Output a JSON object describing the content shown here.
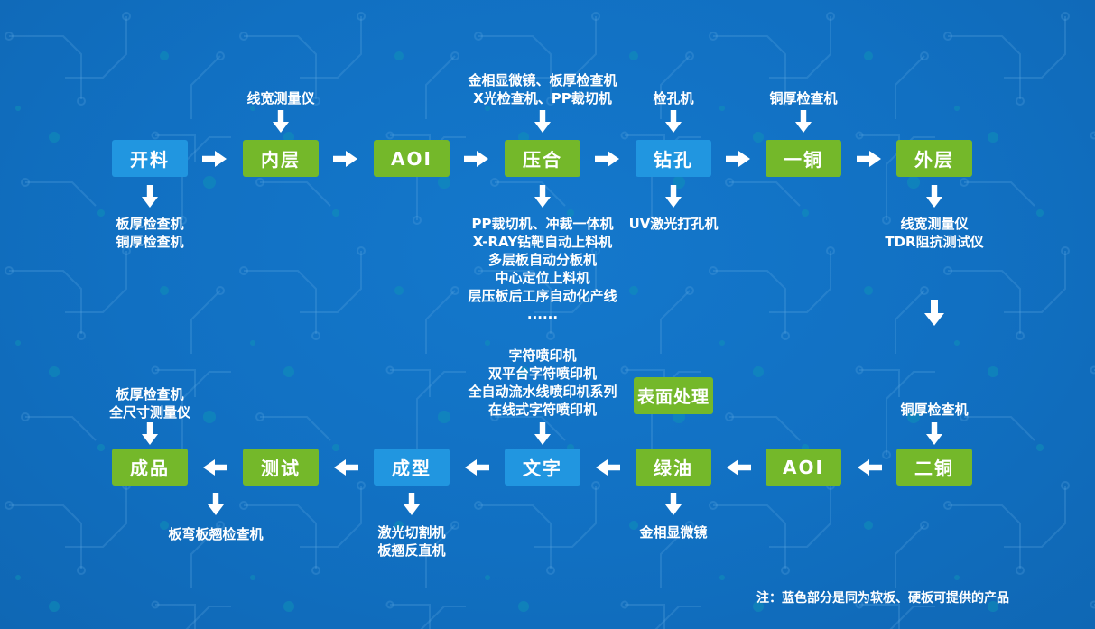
{
  "flow": {
    "top_row": [
      {
        "label": "开料",
        "color": "blue"
      },
      {
        "label": "内层",
        "color": "green"
      },
      {
        "label": "AOI",
        "color": "green"
      },
      {
        "label": "压合",
        "color": "green"
      },
      {
        "label": "钻孔",
        "color": "blue"
      },
      {
        "label": "一铜",
        "color": "green"
      },
      {
        "label": "外层",
        "color": "green"
      }
    ],
    "bottom_row": [
      {
        "label": "成品",
        "color": "green"
      },
      {
        "label": "测试",
        "color": "green"
      },
      {
        "label": "成型",
        "color": "blue"
      },
      {
        "label": "文字",
        "color": "blue"
      },
      {
        "label": "绿油",
        "color": "green"
      },
      {
        "label": "AOI",
        "color": "green"
      },
      {
        "label": "二铜",
        "color": "green"
      }
    ],
    "surface_treatment": {
      "label": "表面处理",
      "color": "green"
    }
  },
  "annotations": {
    "above_inner_layer": "线宽测量仪",
    "above_lamination": [
      "金相显微镜、板厚检查机",
      "X光检查机、PP裁切机"
    ],
    "above_drilling": "检孔机",
    "above_first_copper": "铜厚检查机",
    "below_cutting": [
      "板厚检查机",
      "铜厚检查机"
    ],
    "below_lamination": [
      "PP裁切机、冲裁一体机",
      "X-RAY钻靶自动上料机",
      "多层板自动分板机",
      "中心定位上料机",
      "层压板后工序自动化产线",
      "......"
    ],
    "below_drilling": "UV激光打孔机",
    "below_outer_layer": [
      "线宽测量仪",
      "TDR阻抗测试仪"
    ],
    "above_second_copper": "铜厚检查机",
    "above_text_printing": [
      "字符喷印机",
      "双平台字符喷印机",
      "全自动流水线喷印机系列",
      "在线式字符喷印机"
    ],
    "above_finished": [
      "板厚检查机",
      "全尺寸测量仪"
    ],
    "below_finished": "板弯板翘检查机",
    "below_forming": [
      "激光切割机",
      "板翘反直机"
    ],
    "below_solder_mask": "金相显微镜"
  },
  "note": "注：蓝色部分是同为软板、硬板可提供的产品",
  "colors": {
    "background": "#1170c2",
    "green_box": "#74b82a",
    "blue_box": "#2196e0",
    "arrow": "#ffffff",
    "text": "#ffffff"
  }
}
